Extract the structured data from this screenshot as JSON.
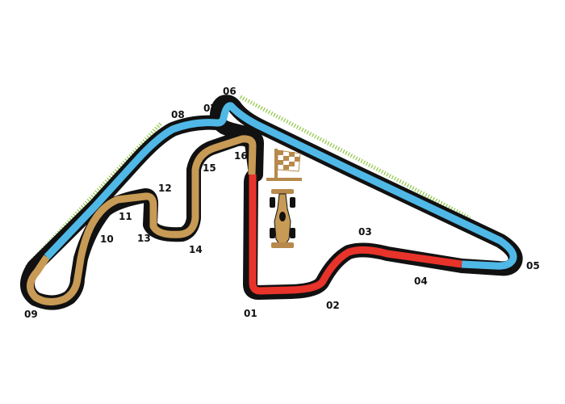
{
  "map": {
    "sectors": [
      {
        "id": "sector-1",
        "color": "#e8332a"
      },
      {
        "id": "sector-2",
        "color": "#4fb8e6"
      },
      {
        "id": "sector-3",
        "color": "#c79a55"
      }
    ],
    "outline_color": "#111111",
    "kerb_color": "#8cc63f",
    "icons": [
      "checkered-flag-icon",
      "race-car-icon"
    ],
    "corners": [
      "01",
      "02",
      "03",
      "04",
      "05",
      "06",
      "07",
      "08",
      "09",
      "10",
      "11",
      "12",
      "13",
      "14",
      "15",
      "16"
    ]
  }
}
